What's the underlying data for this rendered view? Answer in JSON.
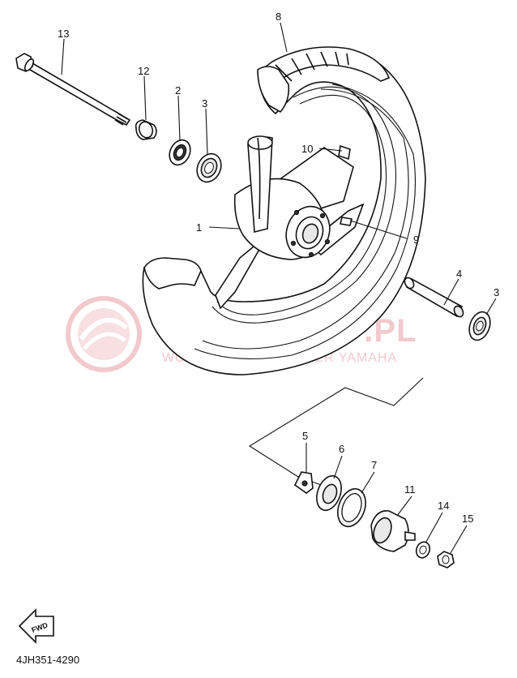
{
  "diagram": {
    "part_code": "4JH351-4290",
    "fwd_label": "FWD",
    "watermark": {
      "title": "YAMASKLEP.PL",
      "subtitle": "WOJCIK MOTO - DEALER YAMAHA",
      "color": "#f2c9cd"
    },
    "callouts": [
      "13",
      "12",
      "2",
      "3",
      "8",
      "10",
      "1",
      "9",
      "4",
      "3",
      "5",
      "6",
      "7",
      "11",
      "14",
      "15"
    ]
  }
}
